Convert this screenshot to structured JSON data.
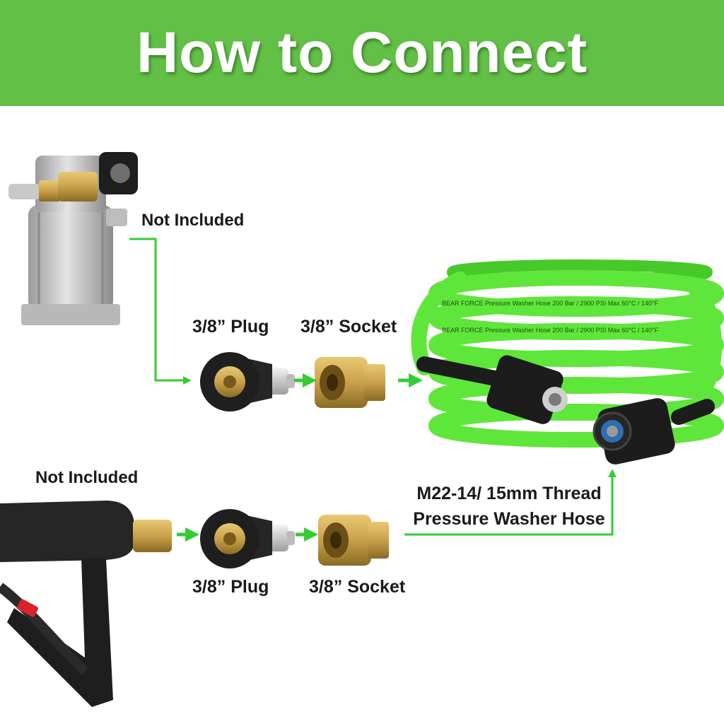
{
  "header": {
    "title": "How to Connect"
  },
  "row_top": {
    "source_note": "Not Included",
    "plug_label": "3/8” Plug",
    "socket_label": "3/8” Socket"
  },
  "row_bottom": {
    "source_note": "Not Included",
    "plug_label": "3/8” Plug",
    "socket_label": "3/8” Socket"
  },
  "hose": {
    "label_line1": "M22-14/ 15mm Thread",
    "label_line2": "Pressure Washer Hose",
    "print_text": "BEAR FORCE Pressure Washer Hose 200 Bar / 2900 PSI Max 60°C / 140°F"
  },
  "colors": {
    "header_bg": "#61c045",
    "arrow": "#33cc33",
    "hose_green": "#5ee63a",
    "brass": "#c9a14a",
    "fitting_black": "#1c1c1c"
  }
}
